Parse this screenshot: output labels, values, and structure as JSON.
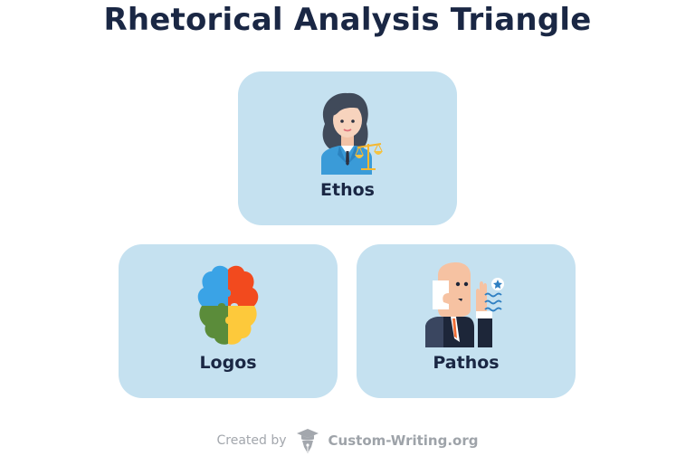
{
  "title": "Rhetorical Analysis Triangle",
  "cards": [
    {
      "id": "ethos",
      "label": "Ethos",
      "icon": "lawyer-woman-scales-icon"
    },
    {
      "id": "logos",
      "label": "Logos",
      "icon": "puzzle-brain-icon"
    },
    {
      "id": "pathos",
      "label": "Pathos",
      "icon": "man-listening-hand-icon"
    }
  ],
  "footer": {
    "created_by": "Created by",
    "brand": "Custom-Writing.org",
    "logo_icon": "graduation-pen-icon"
  },
  "colors": {
    "title": "#1a2744",
    "card_bg": "#c5e1f0",
    "footer_text": "#a3a7ad"
  }
}
